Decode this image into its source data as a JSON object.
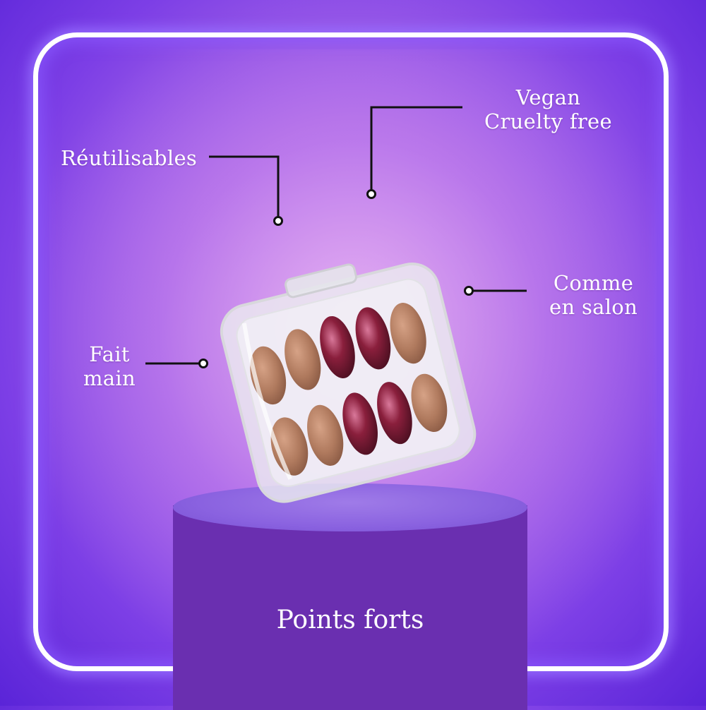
{
  "features": {
    "reusable": "Réutilisables",
    "vegan": "Vegan\nCruelty free",
    "salon": "Comme\nen salon",
    "handmade": "Fait\nmain"
  },
  "podium": {
    "title": "Points forts"
  },
  "colors": {
    "background": "#9b5ce8",
    "frame": "#ffffff",
    "podium": "#6a2fb0",
    "nail_nude": "#b07a5e",
    "nail_chrome": "#8a1f3c"
  }
}
